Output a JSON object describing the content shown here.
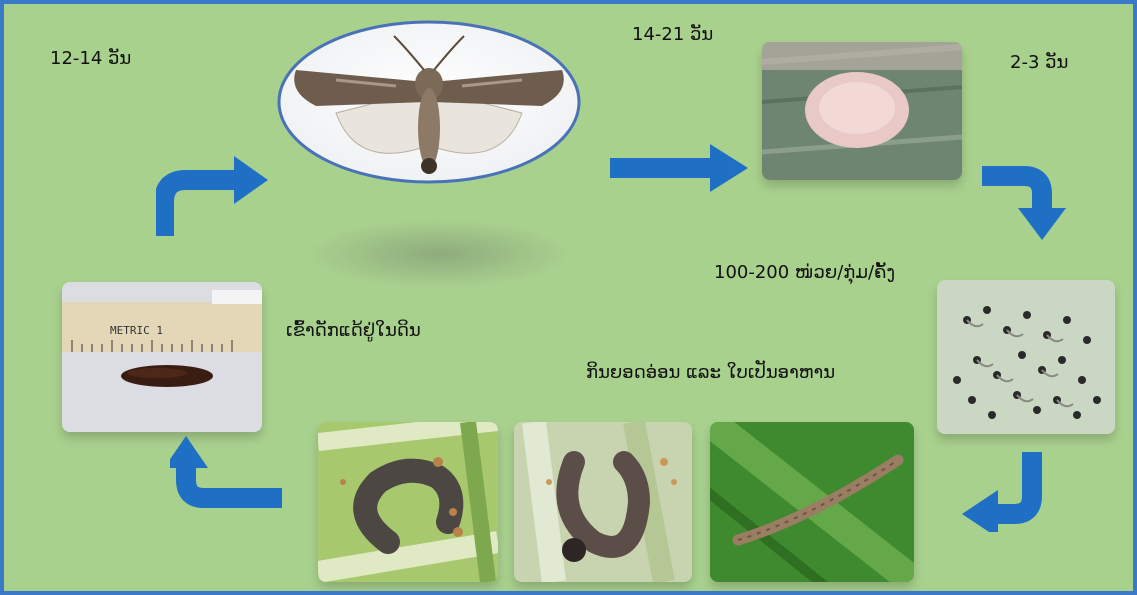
{
  "stages": {
    "adult_duration": "14-21 ວັນ",
    "egg_duration": "2-3 ວັນ",
    "pupa_duration": "12-14 ວັນ",
    "egg_count": "100-200 ໜ່ວຍ/ກຸ່ມ/ຄັ້ງ",
    "pupa_note": "ເຂົ້າດັກແດ້ຢູ່ໃນດິນ",
    "larva_note": "ກິນຍອດອ່ອນ ແລະ ໃບເປັນອາຫານ"
  },
  "pupa_ruler_text": "METRIC 1",
  "colors": {
    "background": "#a9d18e",
    "border": "#3a78c8",
    "arrow": "#1f6fc5"
  }
}
